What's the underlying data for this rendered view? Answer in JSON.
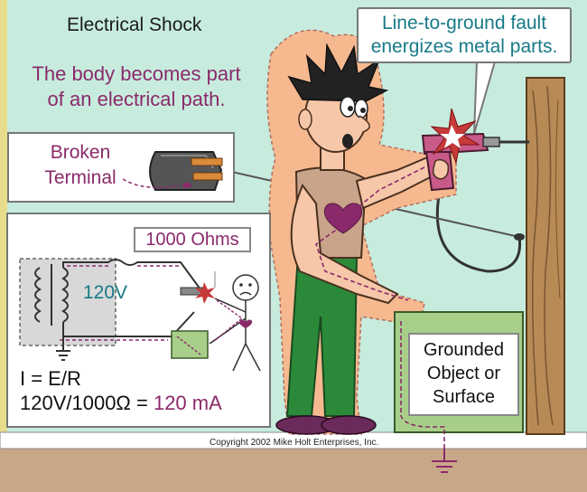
{
  "title": "Electrical Shock",
  "subtitle": "The body becomes part of an electrical path.",
  "callout_fault": "Line-to-ground fault energizes metal parts.",
  "plug_label": "Broken Terminal",
  "resistance_label": "1000 Ohms",
  "voltage_label": "120V",
  "formula_line1": "I = E/R",
  "formula_line2_expr": "120V/1000Ω = ",
  "formula_line2_result": "120 mA",
  "grounded_label": "Grounded Object or Surface",
  "copyright": "Copyright 2002  Mike Holt Enterprises, Inc.",
  "colors": {
    "background": "#c7ecde",
    "accent_purple": "#8a2a6a",
    "accent_teal": "#177a87",
    "body_green": "#2a8a3a",
    "wood": "#b88a55",
    "ground": "#c8a788",
    "heart": "#8a2a6a"
  }
}
